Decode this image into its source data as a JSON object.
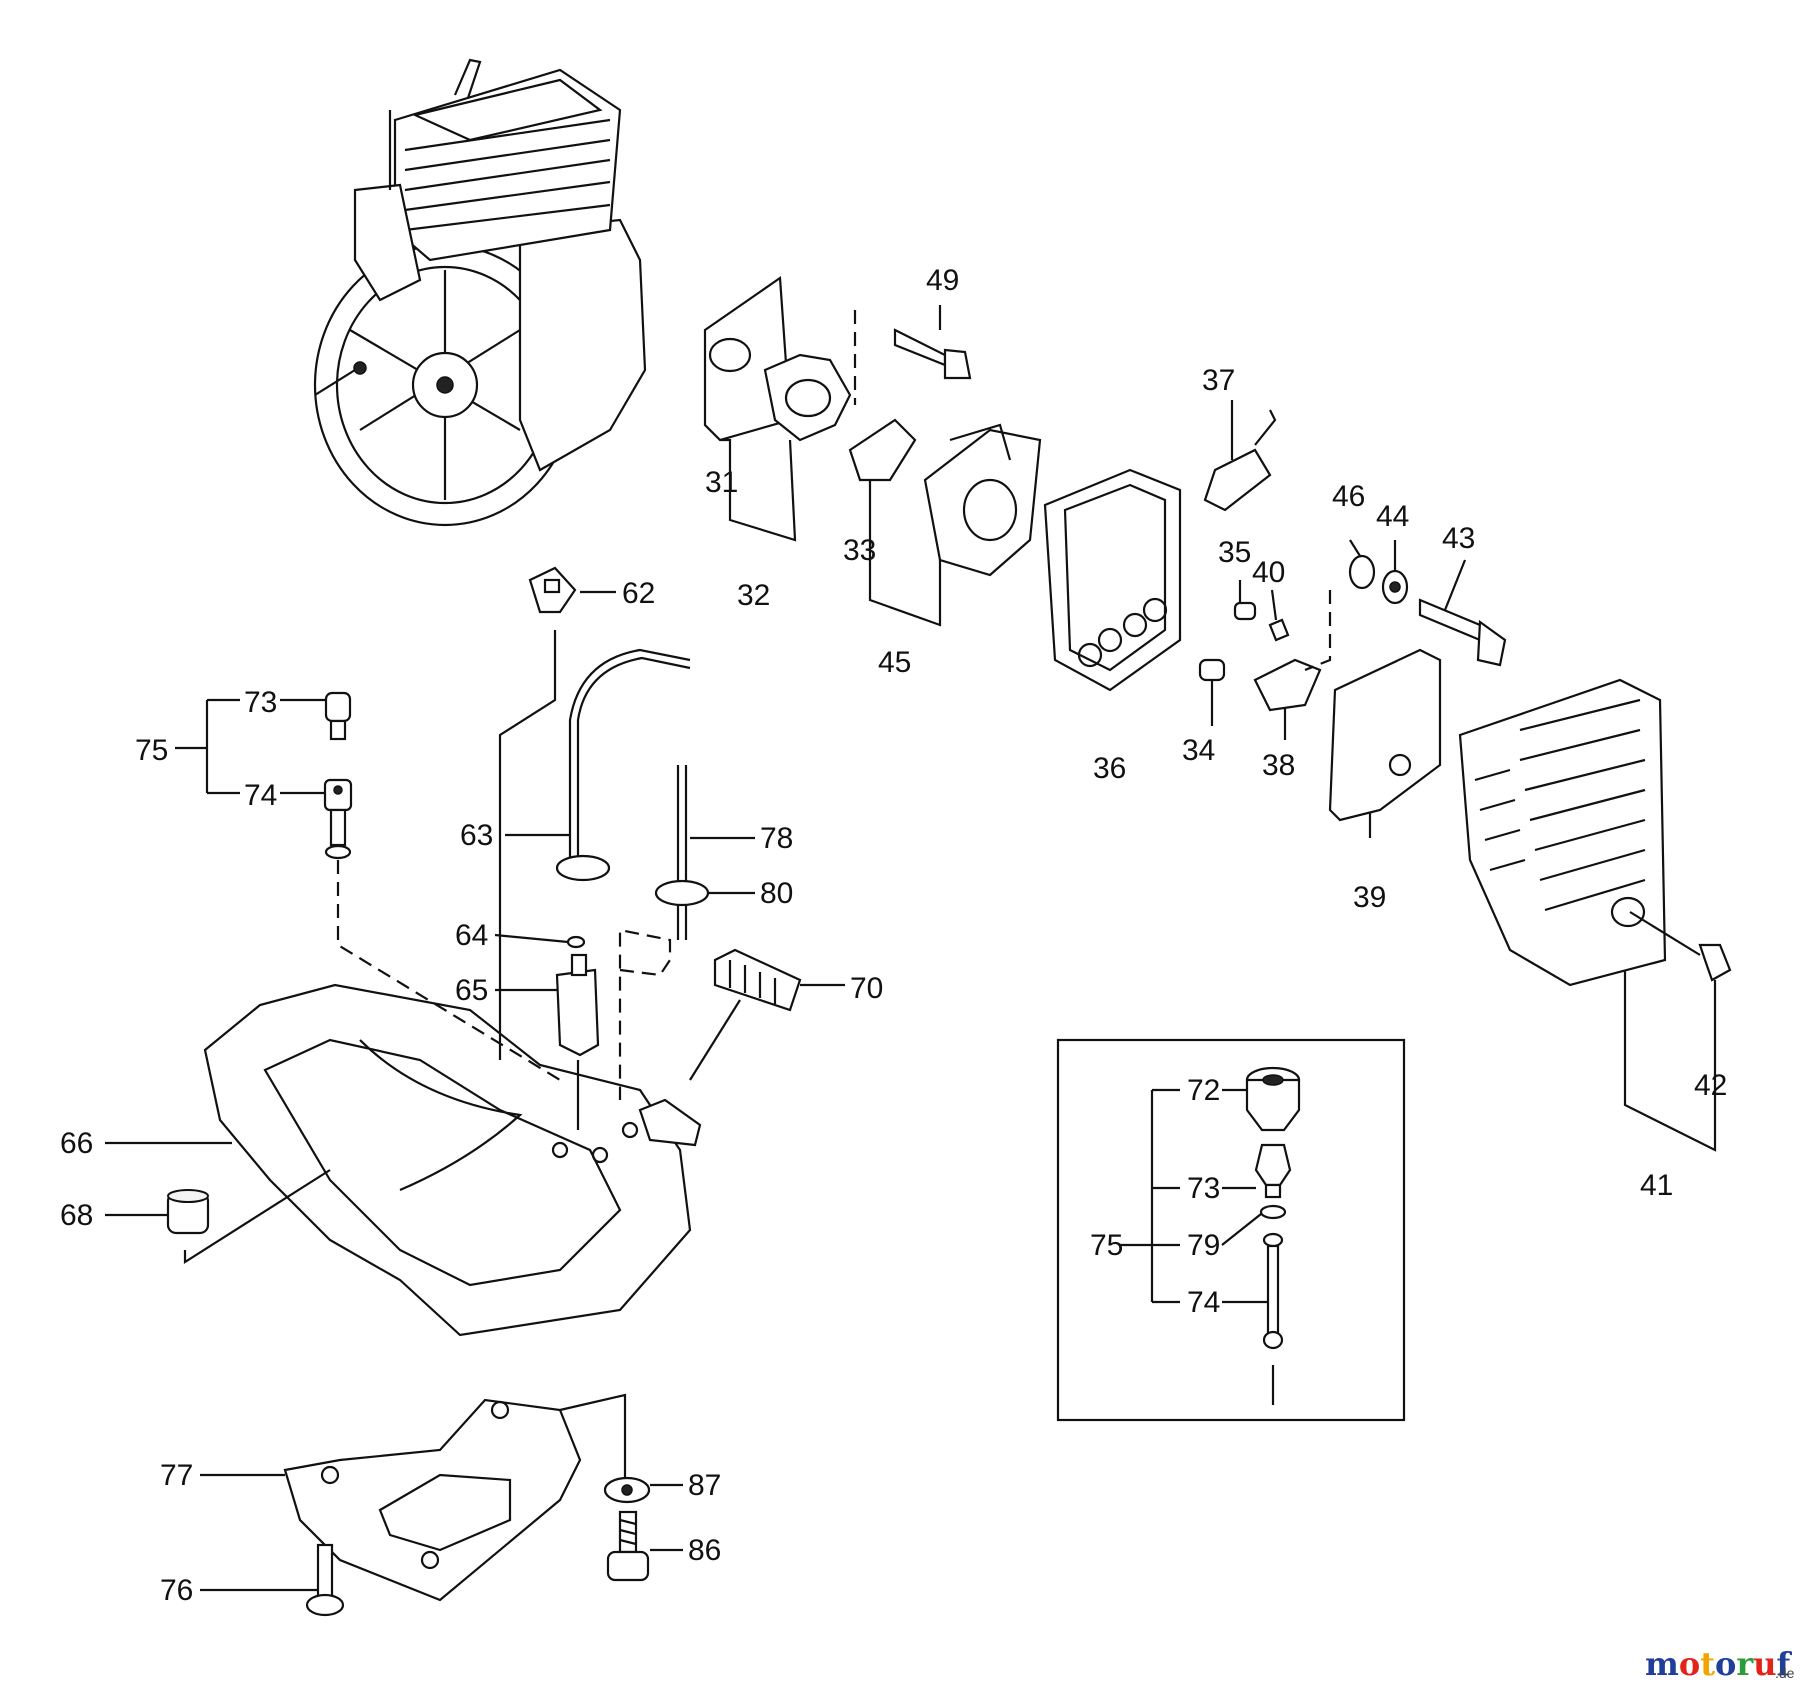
{
  "diagram": {
    "labels": {
      "l31": "31",
      "l32": "32",
      "l33": "33",
      "l34": "34",
      "l35": "35",
      "l36": "36",
      "l37": "37",
      "l38": "38",
      "l39": "39",
      "l40": "40",
      "l41": "41",
      "l42": "42",
      "l43": "43",
      "l44": "44",
      "l45": "45",
      "l46": "46",
      "l49": "49",
      "l62": "62",
      "l63": "63",
      "l64": "64",
      "l65": "65",
      "l66": "66",
      "l68": "68",
      "l70": "70",
      "l73": "73",
      "l74": "74",
      "l75": "75",
      "l76": "76",
      "l77": "77",
      "l78": "78",
      "l80": "80",
      "l86": "86",
      "l87": "87",
      "i72": "72",
      "i73": "73",
      "i75": "75",
      "i79": "79",
      "i74": "74"
    }
  },
  "watermark": {
    "brand": "motoruf",
    "tld": ".de",
    "colors": {
      "m": "#1f3f99",
      "o": "#e2231a",
      "t": "#f3a400",
      "o2": "#1f3f99",
      "r": "#2a9d3a",
      "u": "#e2231a",
      "f": "#1f3f99"
    }
  }
}
